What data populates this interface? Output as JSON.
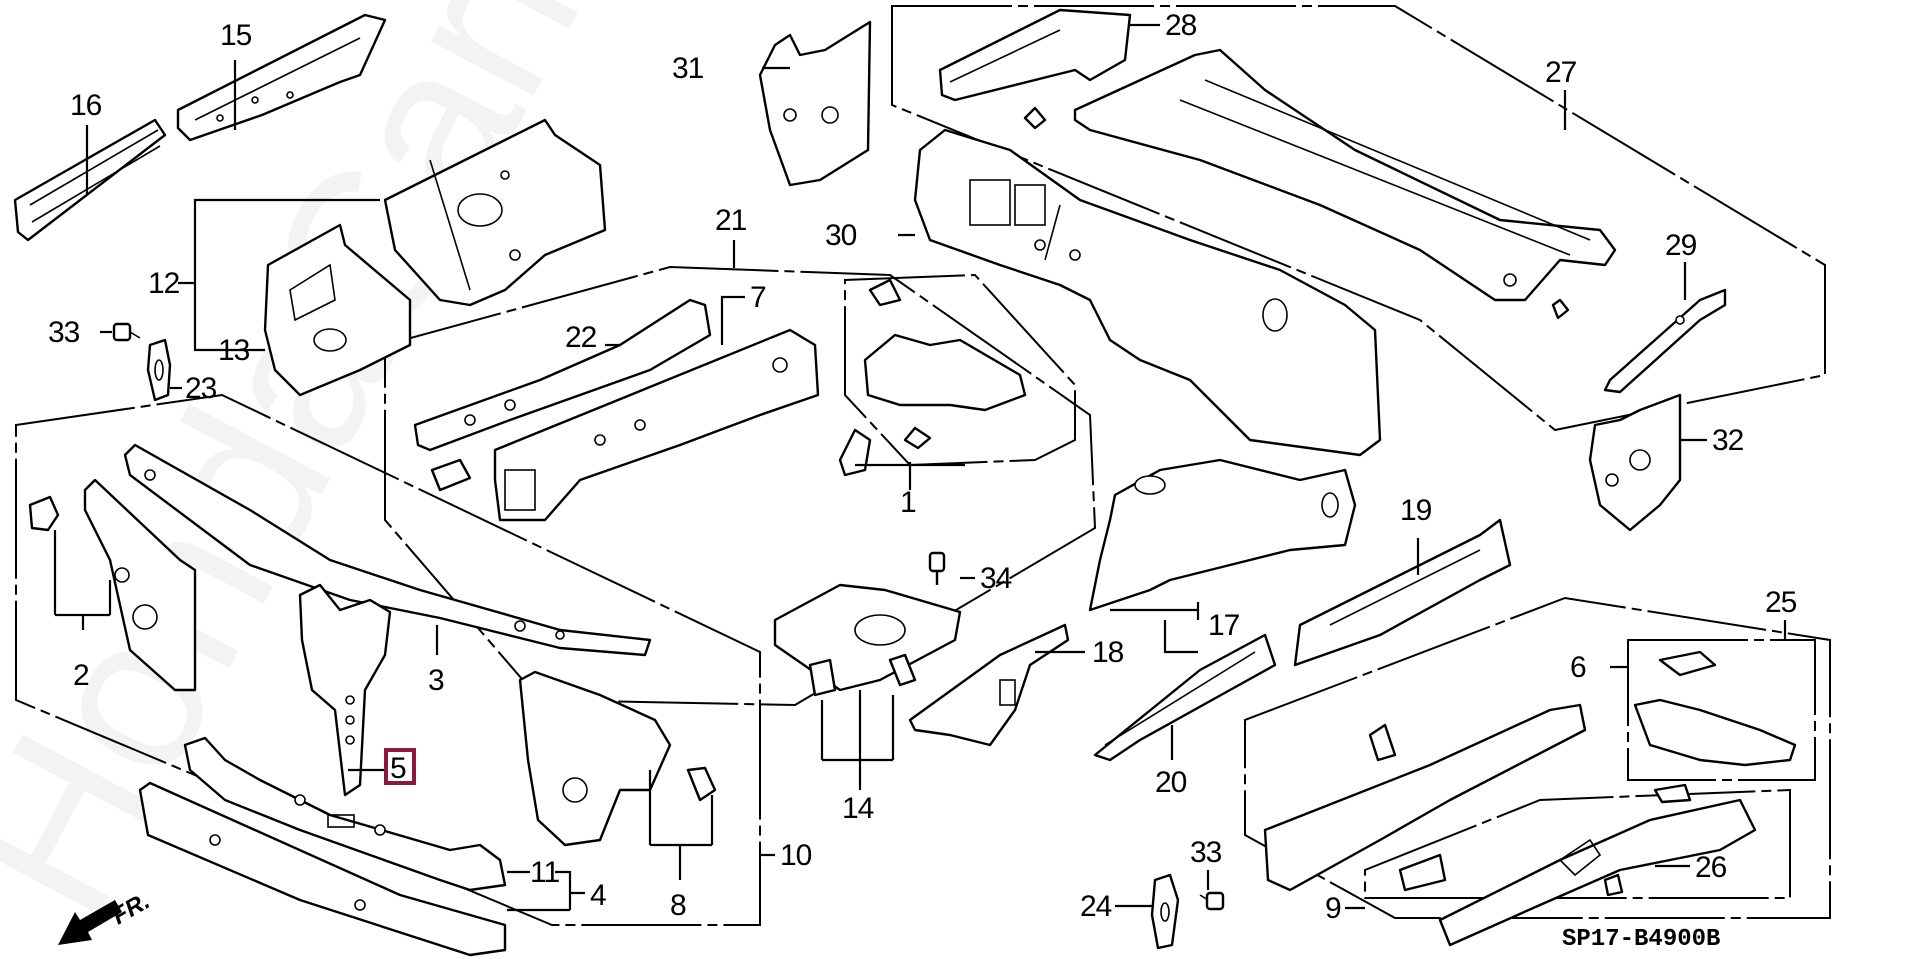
{
  "diagram": {
    "title": "Front bulkhead / dashboard / floor frame parts diagram",
    "diagram_code": "SP17-B4900B",
    "watermark": "HondaCarMaintenance.ru",
    "direction_indicator": "FR.",
    "highlight_color": "#8b1a3a",
    "highlighted_part": "5",
    "callouts": [
      {
        "id": "1",
        "text": "1"
      },
      {
        "id": "2",
        "text": "2"
      },
      {
        "id": "3",
        "text": "3"
      },
      {
        "id": "4",
        "text": "4"
      },
      {
        "id": "5",
        "text": "5"
      },
      {
        "id": "6",
        "text": "6"
      },
      {
        "id": "7",
        "text": "7"
      },
      {
        "id": "8",
        "text": "8"
      },
      {
        "id": "9",
        "text": "9"
      },
      {
        "id": "10",
        "text": "10"
      },
      {
        "id": "11",
        "text": "11"
      },
      {
        "id": "12",
        "text": "12"
      },
      {
        "id": "13",
        "text": "13"
      },
      {
        "id": "14",
        "text": "14"
      },
      {
        "id": "15",
        "text": "15"
      },
      {
        "id": "16",
        "text": "16"
      },
      {
        "id": "17",
        "text": "17"
      },
      {
        "id": "18",
        "text": "18"
      },
      {
        "id": "19",
        "text": "19"
      },
      {
        "id": "20",
        "text": "20"
      },
      {
        "id": "21",
        "text": "21"
      },
      {
        "id": "22",
        "text": "22"
      },
      {
        "id": "23",
        "text": "23"
      },
      {
        "id": "24",
        "text": "24"
      },
      {
        "id": "25",
        "text": "25"
      },
      {
        "id": "26",
        "text": "26"
      },
      {
        "id": "27",
        "text": "27"
      },
      {
        "id": "28",
        "text": "28"
      },
      {
        "id": "29",
        "text": "29"
      },
      {
        "id": "30",
        "text": "30"
      },
      {
        "id": "31",
        "text": "31"
      },
      {
        "id": "32",
        "text": "32"
      },
      {
        "id": "33a",
        "text": "33"
      },
      {
        "id": "33b",
        "text": "33"
      },
      {
        "id": "34",
        "text": "34"
      }
    ]
  }
}
